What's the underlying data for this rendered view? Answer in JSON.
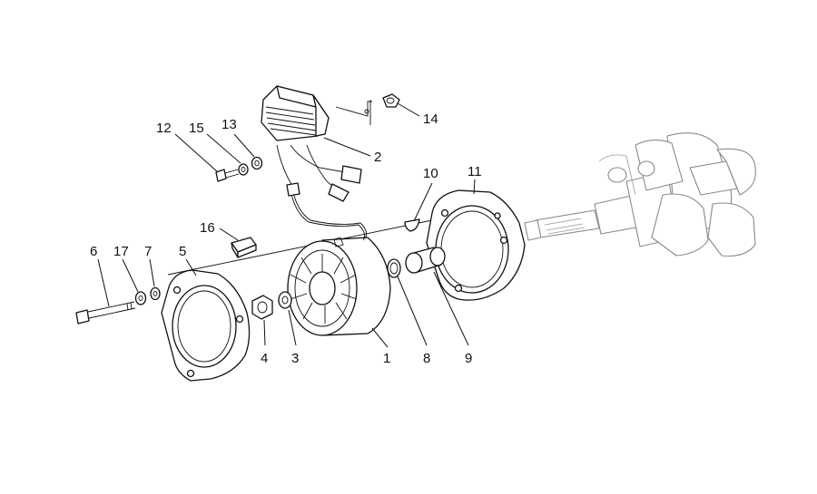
{
  "callouts": [
    {
      "id": "c1",
      "label": "1"
    },
    {
      "id": "c2",
      "label": "2"
    },
    {
      "id": "c3",
      "label": "3"
    },
    {
      "id": "c4",
      "label": "4"
    },
    {
      "id": "c5",
      "label": "5"
    },
    {
      "id": "c6",
      "label": "6"
    },
    {
      "id": "c7",
      "label": "7"
    },
    {
      "id": "c8",
      "label": "8"
    },
    {
      "id": "c9",
      "label": "9"
    },
    {
      "id": "c10",
      "label": "10"
    },
    {
      "id": "c11",
      "label": "11"
    },
    {
      "id": "c12",
      "label": "12"
    },
    {
      "id": "c13",
      "label": "13"
    },
    {
      "id": "c14",
      "label": "14"
    },
    {
      "id": "c15",
      "label": "15"
    },
    {
      "id": "c16",
      "label": "16"
    },
    {
      "id": "c17",
      "label": "17"
    }
  ],
  "colors": {
    "line": "#111111",
    "ghost_line": "#8a8a8a",
    "background": "#ffffff"
  }
}
